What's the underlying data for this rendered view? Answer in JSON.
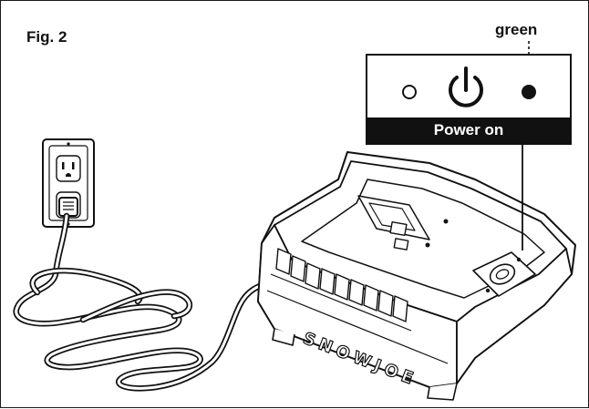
{
  "figure": {
    "label": "Fig. 2",
    "callout_label": "green",
    "status_text": "Power on",
    "brand_text": "SNOWJOE",
    "led_off_icon": "led-off-circle-icon",
    "power_icon": "power-symbol-icon",
    "led_on_icon": "led-on-dot-icon",
    "led_on_color": "green"
  }
}
